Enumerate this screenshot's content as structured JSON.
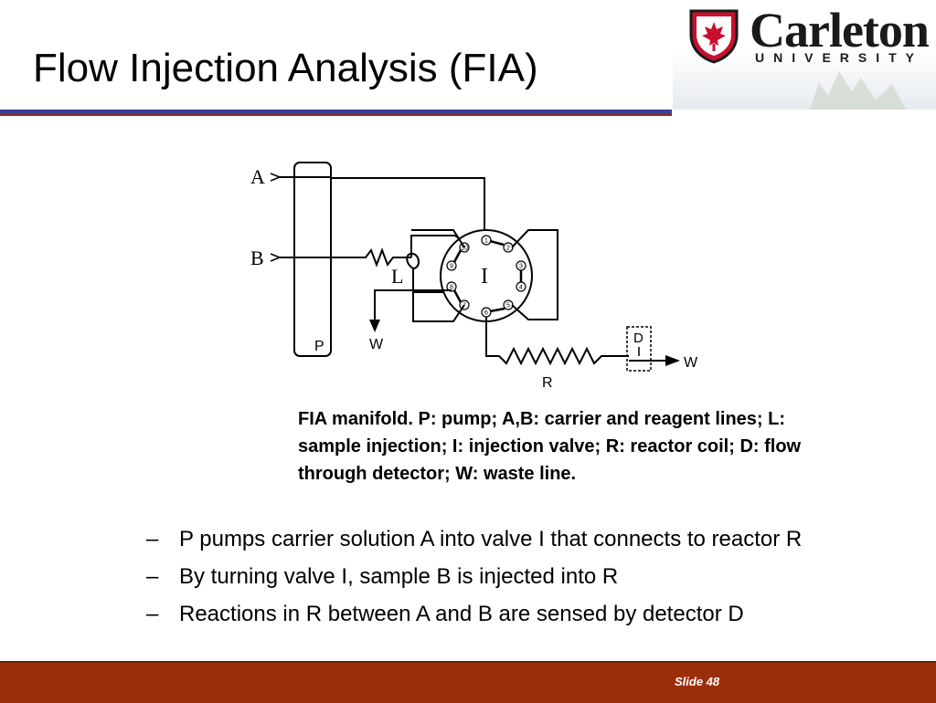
{
  "slide": {
    "title": "Flow Injection Analysis (FIA)",
    "slide_number": "Slide 48"
  },
  "logo": {
    "name": "Carleton",
    "subtitle": "UNIVERSITY",
    "colors": {
      "shield": "#c8102e",
      "text": "#1a1a1a"
    }
  },
  "diagram": {
    "labels": {
      "line_a": "A",
      "line_b": "B",
      "pump": "P",
      "loop": "L",
      "valve": "I",
      "waste_left": "W",
      "reactor": "R",
      "detector": "D",
      "waste_right": "W"
    },
    "valve_ports": [
      "1",
      "2",
      "3",
      "4",
      "5",
      "6",
      "7",
      "8",
      "9",
      "10"
    ]
  },
  "caption": "FIA manifold. P: pump; A,B: carrier and reagent lines; L: sample injection; I: injection valve; R: reactor coil; D: flow through detector; W: waste line.",
  "bullets": [
    "P pumps carrier solution A into valve I that connects to reactor R",
    "By turning valve I, sample B is injected into R",
    "Reactions in R between A and B are sensed by detector D"
  ],
  "colors": {
    "footer": "#9b2f0c",
    "rule_blue": "#3a3f8f",
    "rule_red": "#8a2a2a"
  }
}
